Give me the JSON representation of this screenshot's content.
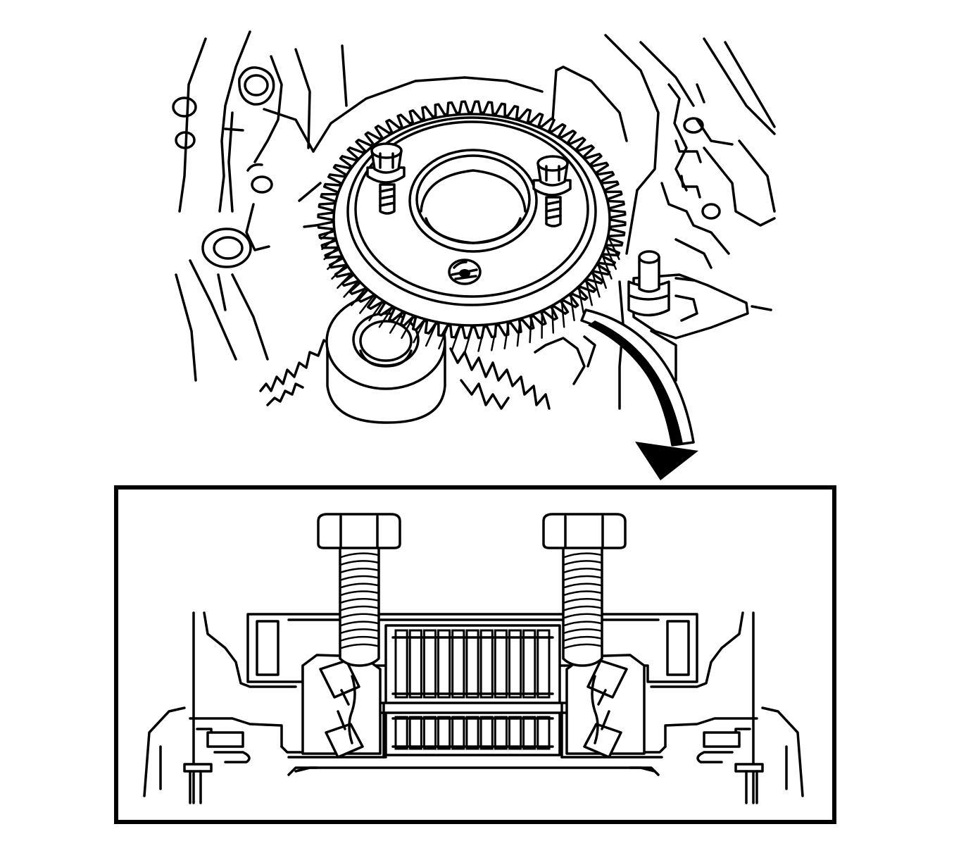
{
  "figure": {
    "ink_color": "#000000",
    "background_color": "#ffffff",
    "upper_view": {
      "gear_teeth": 72,
      "bolts": 2,
      "components": [
        "camshaft-gear",
        "puller-bolt",
        "puller-bolt",
        "bearing-bore",
        "threaded-hole",
        "idler-pulley",
        "locating-pin",
        "engine-block"
      ]
    },
    "detail_view": {
      "bolts": 2,
      "bolt_thread_turns": 13,
      "needle_rollers_per_row": 11,
      "components": [
        "puller-bolt",
        "puller-bolt",
        "puller-plate",
        "needle-bearing",
        "tapered-bearing",
        "oil-seal",
        "housing"
      ]
    },
    "callout": "curved-arrow-to-detail"
  }
}
